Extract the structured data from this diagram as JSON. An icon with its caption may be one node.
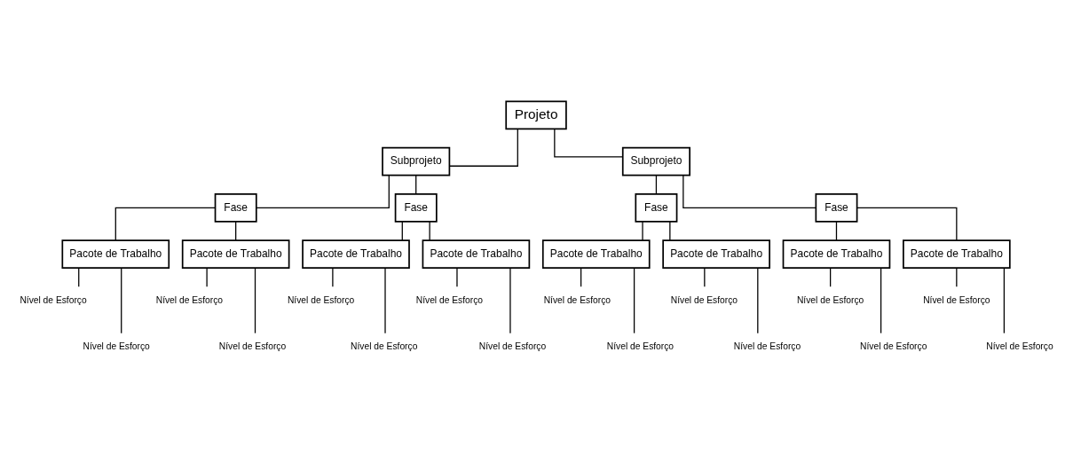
{
  "diagram": {
    "nodes": [
      {
        "text": [
          "Projeto"
        ]
      },
      {
        "text": [
          "Subprojeto"
        ]
      },
      {
        "text": [
          "Subprojeto"
        ]
      },
      {
        "text": [
          "Fase"
        ]
      },
      {
        "text": [
          "Fase"
        ]
      },
      {
        "text": [
          "Fase"
        ]
      },
      {
        "text": [
          "Fase"
        ]
      },
      {
        "text": [
          "Pacote de Trabalho"
        ]
      },
      {
        "text": [
          "Pacote de Trabalho"
        ]
      },
      {
        "text": [
          "Pacote de Trabalho"
        ]
      },
      {
        "text": [
          "Pacote de Trabalho"
        ]
      },
      {
        "text": [
          "Pacote de Trabalho"
        ]
      },
      {
        "text": [
          "Pacote de Trabalho"
        ]
      },
      {
        "text": [
          "Pacote de Trabalho"
        ]
      },
      {
        "text": [
          "Pacote de Trabalho"
        ]
      },
      {
        "text": [
          "Nível de Esforço"
        ]
      },
      {
        "text": [
          "Nível de Esforço"
        ]
      },
      {
        "text": [
          "Nível de Esforço"
        ]
      },
      {
        "text": [
          "Nível de Esforço"
        ]
      },
      {
        "text": [
          "Nível de Esforço"
        ]
      },
      {
        "text": [
          "Nível de Esforço"
        ]
      },
      {
        "text": [
          "Nível de Esforço"
        ]
      },
      {
        "text": [
          "Nível de Esforço"
        ]
      },
      {
        "text": [
          "Nível de Esforço"
        ]
      },
      {
        "text": [
          "Nível de Esforço"
        ]
      },
      {
        "text": [
          "Nível de Esforço"
        ]
      },
      {
        "text": [
          "Nível de Esforço"
        ]
      },
      {
        "text": [
          "Nível de Esforço"
        ]
      },
      {
        "text": [
          "Nível de Esforço"
        ]
      },
      {
        "text": [
          "Nível de Esforço"
        ]
      },
      {
        "text": [
          "Nível de Esforço"
        ]
      }
    ],
    "edges": [
      {
        "from": 0,
        "to": 1,
        "arrow": "none"
      },
      {
        "from": 0,
        "to": 2,
        "arrow": "none"
      },
      {
        "from": 1,
        "to": 3,
        "arrow": "none"
      },
      {
        "from": 1,
        "to": 4,
        "arrow": "none"
      },
      {
        "from": 2,
        "to": 5,
        "arrow": "none"
      },
      {
        "from": 2,
        "to": 6,
        "arrow": "none"
      },
      {
        "from": 3,
        "to": 7,
        "arrow": "none"
      },
      {
        "from": 3,
        "to": 8,
        "arrow": "none"
      },
      {
        "from": 4,
        "to": 9,
        "arrow": "none"
      },
      {
        "from": 4,
        "to": 10,
        "arrow": "none"
      },
      {
        "from": 5,
        "to": 11,
        "arrow": "none"
      },
      {
        "from": 5,
        "to": 12,
        "arrow": "none"
      },
      {
        "from": 6,
        "to": 13,
        "arrow": "none"
      },
      {
        "from": 6,
        "to": 14,
        "arrow": "none"
      },
      {
        "from": 7,
        "to": 15,
        "arrow": "none"
      },
      {
        "from": 7,
        "to": 23,
        "arrow": "none"
      },
      {
        "from": 8,
        "to": 16,
        "arrow": "none"
      },
      {
        "from": 8,
        "to": 24,
        "arrow": "none"
      },
      {
        "from": 9,
        "to": 17,
        "arrow": "none"
      },
      {
        "from": 9,
        "to": 25,
        "arrow": "none"
      },
      {
        "from": 10,
        "to": 18,
        "arrow": "none"
      },
      {
        "from": 10,
        "to": 26,
        "arrow": "none"
      },
      {
        "from": 11,
        "to": 19,
        "arrow": "none"
      },
      {
        "from": 11,
        "to": 27,
        "arrow": "none"
      },
      {
        "from": 12,
        "to": 20,
        "arrow": "none"
      },
      {
        "from": 12,
        "to": 28,
        "arrow": "none"
      },
      {
        "from": 13,
        "to": 21,
        "arrow": "none"
      },
      {
        "from": 13,
        "to": 29,
        "arrow": "none"
      },
      {
        "from": 14,
        "to": 22,
        "arrow": "none"
      },
      {
        "from": 14,
        "to": 30,
        "arrow": "none"
      }
    ]
  }
}
